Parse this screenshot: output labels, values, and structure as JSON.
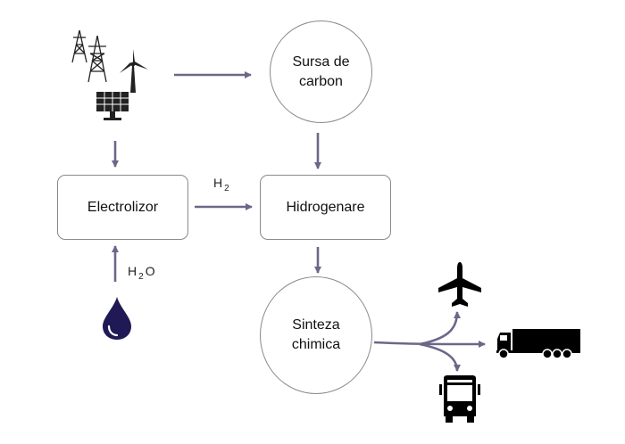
{
  "nodes": {
    "carbon_source": {
      "line1": "Sursa de",
      "line2": "carbon"
    },
    "electrolyzer": {
      "label": "Electrolizor"
    },
    "hydrogenation": {
      "label": "Hidrogenare"
    },
    "synthesis": {
      "line1": "Sinteza",
      "line2": "chimica"
    }
  },
  "labels": {
    "h2": {
      "symbol": "H",
      "subscript": "2"
    },
    "h2o": {
      "symbol": "H",
      "subscript": "2",
      "suffix": "O"
    }
  },
  "icons": [
    "power-pylon-icon",
    "wind-turbine-icon",
    "solar-panel-icon",
    "water-drop-icon",
    "airplane-icon",
    "truck-icon",
    "bus-icon"
  ],
  "colors": {
    "arrow": "#6b6788",
    "drop": "#1f1a55",
    "border": "#8a8a8a"
  }
}
